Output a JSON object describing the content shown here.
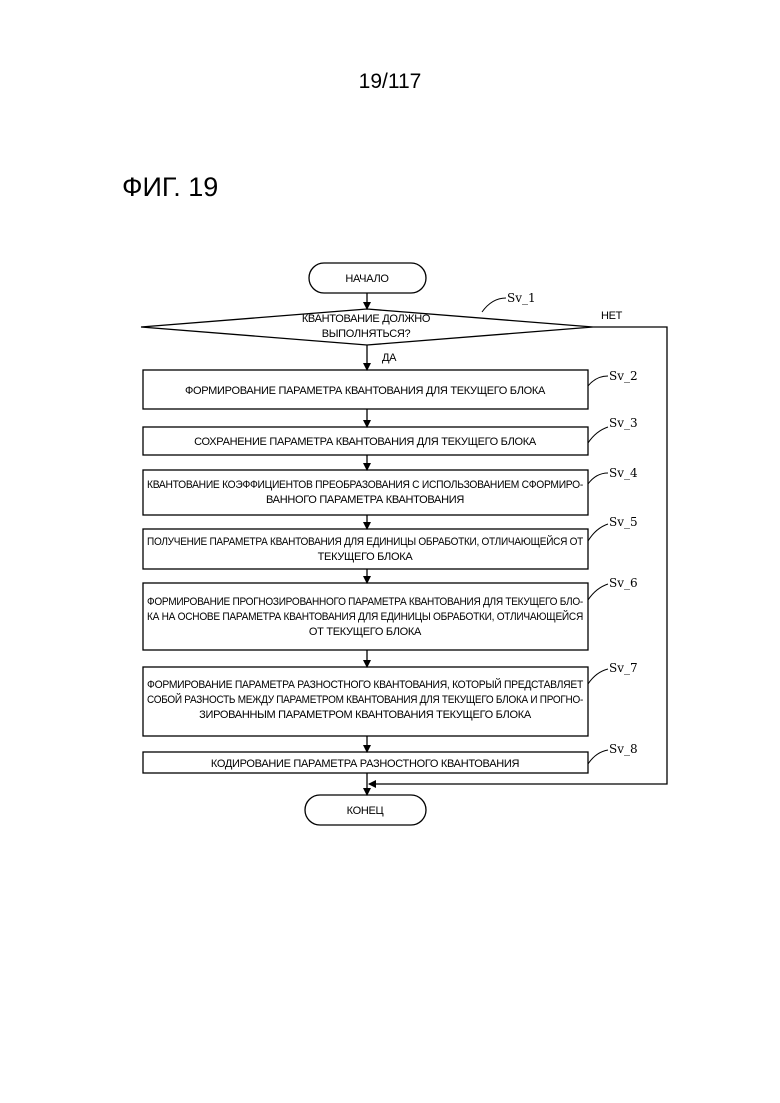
{
  "page_number": "19/117",
  "figure_title": "ФИГ. 19",
  "flowchart": {
    "start": "НАЧАЛО",
    "end": "КОНЕЦ",
    "decision": {
      "id": "Sv_1",
      "lines": [
        "КВАНТОВАНИЕ ДОЛЖНО",
        "ВЫПОЛНЯТЬСЯ?"
      ],
      "yes": "ДА",
      "no": "НЕТ"
    },
    "steps": [
      {
        "id": "Sv_2",
        "lines": [
          "ФОРМИРОВАНИЕ ПАРАМЕТРА КВАНТОВАНИЯ ДЛЯ ТЕКУЩЕГО БЛОКА"
        ]
      },
      {
        "id": "Sv_3",
        "lines": [
          "СОХРАНЕНИЕ ПАРАМЕТРА КВАНТОВАНИЯ ДЛЯ ТЕКУЩЕГО БЛОКА"
        ]
      },
      {
        "id": "Sv_4",
        "lines": [
          "КВАНТОВАНИЕ КОЭФФИЦИЕНТОВ ПРЕОБРАЗОВАНИЯ С ИСПОЛЬЗОВАНИЕМ СФОРМИРО-",
          "ВАННОГО ПАРАМЕТРА КВАНТОВАНИЯ"
        ]
      },
      {
        "id": "Sv_5",
        "lines": [
          "ПОЛУЧЕНИЕ ПАРАМЕТРА КВАНТОВАНИЯ ДЛЯ ЕДИНИЦЫ ОБРАБОТКИ, ОТЛИЧАЮЩЕЙСЯ ОТ",
          "ТЕКУЩЕГО БЛОКА"
        ]
      },
      {
        "id": "Sv_6",
        "lines": [
          "ФОРМИРОВАНИЕ ПРОГНОЗИРОВАННОГО ПАРАМЕТРА КВАНТОВАНИЯ ДЛЯ ТЕКУЩЕГО БЛО-",
          "КА НА ОСНОВЕ ПАРАМЕТРА КВАНТОВАНИЯ ДЛЯ ЕДИНИЦЫ ОБРАБОТКИ, ОТЛИЧАЮЩЕЙСЯ",
          "ОТ ТЕКУЩЕГО БЛОКА"
        ]
      },
      {
        "id": "Sv_7",
        "lines": [
          "ФОРМИРОВАНИЕ ПАРАМЕТРА РАЗНОСТНОГО КВАНТОВАНИЯ, КОТОРЫЙ ПРЕДСТАВЛЯЕТ",
          "СОБОЙ РАЗНОСТЬ МЕЖДУ ПАРАМЕТРОМ КВАНТОВАНИЯ ДЛЯ ТЕКУЩЕГО БЛОКА И ПРОГНО-",
          "ЗИРОВАННЫМ ПАРАМЕТРОМ КВАНТОВАНИЯ ТЕКУЩЕГО БЛОКА"
        ]
      },
      {
        "id": "Sv_8",
        "lines": [
          "КОДИРОВАНИЕ ПАРАМЕТРА РАЗНОСТНОГО КВАНТОВАНИЯ"
        ]
      }
    ]
  }
}
